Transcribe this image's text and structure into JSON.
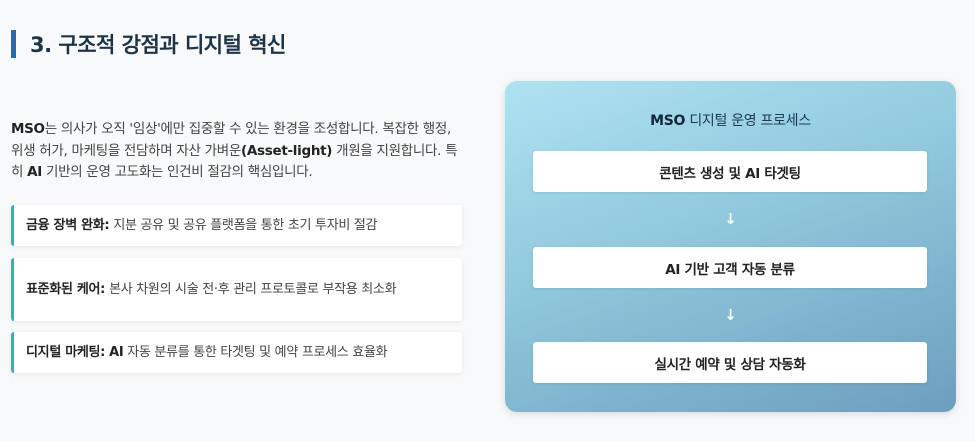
{
  "title": "3. 구조적 강점과 디지털 혁신",
  "intro": {
    "p1_bold": "MSO",
    "p1_text": "는 의사가 오직 '임상'에만 집중할 수 있는 환경을 조성합니다. 복잡한 행정, 위생 허가, 마케팅을 전담하며 자산 가벼운",
    "p1_bold2": "(Asset-light)",
    "p1_text2": " 개원을 지원합니다. 특히 ",
    "p1_bold3": "AI",
    "p1_text3": " 기반의 운영 고도화는 인건비 절감의 핵심입니다."
  },
  "features": [
    {
      "label": "금융 장벽 완화:",
      "text": "지분 공유 및 공유 플랫폼을 통한 초기 투자비 절감"
    },
    {
      "label": "표준화된 케어:",
      "text": "본사 차원의 시술 전·후 관리 프로토콜로 부작용 최소화"
    },
    {
      "label": "디지털 마케팅:",
      "text_bold": "AI",
      "text": " 자동 분류를 통한 타겟팅 및 예약 프로세스 효율화"
    }
  ],
  "process": {
    "title_bold": "MSO",
    "title_text": " 디지털 운영 프로세스",
    "steps": [
      "콘텐츠 생성 및 AI 타겟팅",
      "AI 기반 고객 자동 분류",
      "실시간 예약 및 상담 자동화"
    ],
    "arrow": "↓"
  }
}
